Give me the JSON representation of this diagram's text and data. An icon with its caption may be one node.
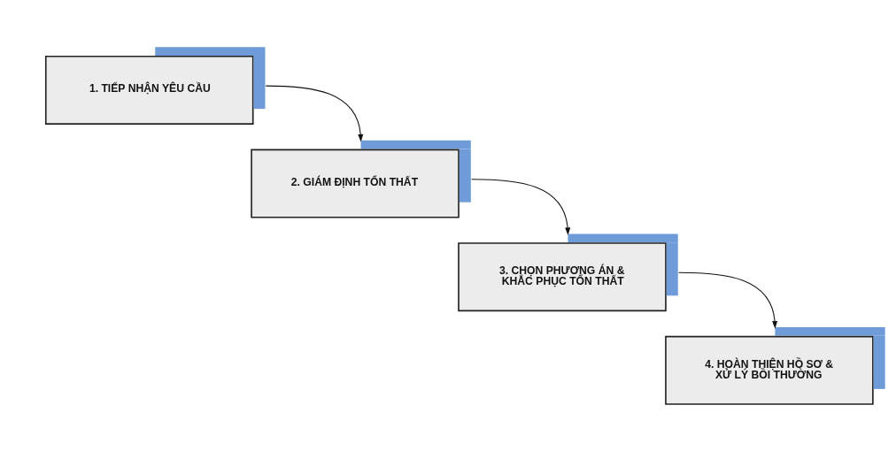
{
  "diagram": {
    "nodes": [
      {
        "text": [
          "1. TIẾP NHẬN YÊU CẦU"
        ]
      },
      {
        "text": [
          "2. GIÁM ĐỊNH TỔN THẤT"
        ]
      },
      {
        "text": [
          "3. CHỌN PHƯƠNG ÁN & KHẮC PHỤC TỔN THẤT"
        ]
      },
      {
        "text": [
          "4. HOÀN THIỆN HỒ SƠ & XỬ LÝ BỒI THƯỜNG"
        ]
      }
    ],
    "edges": [
      {
        "from": 0,
        "to": 1,
        "arrow": "to"
      },
      {
        "from": 1,
        "to": 2,
        "arrow": "to"
      },
      {
        "from": 2,
        "to": 3,
        "arrow": "to"
      }
    ]
  }
}
